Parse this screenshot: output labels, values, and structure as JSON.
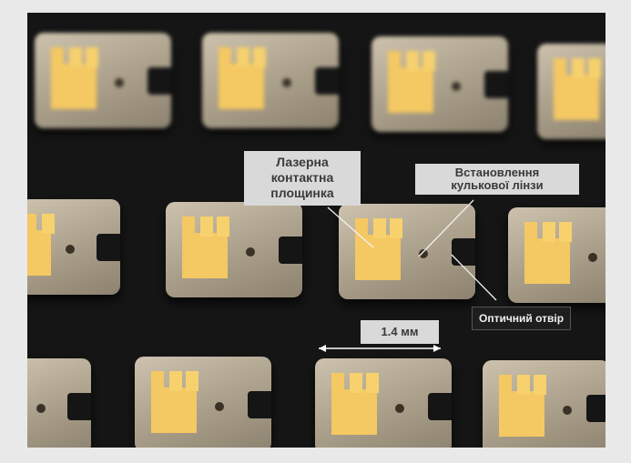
{
  "labels": {
    "laser_pad": "Лазерна\nконтактна\nплощинка",
    "ball_lens": "Встановлення\nкулькової лінзи",
    "optical_hole": "Оптичний отвір",
    "scale": "1.4 мм"
  },
  "colors": {
    "background": "#e9e9e9",
    "ceramic": "#b3a891",
    "gold_pad": "#f4c862",
    "label_box": "#d9d9d9",
    "dark_label": "#1e1e1e"
  }
}
